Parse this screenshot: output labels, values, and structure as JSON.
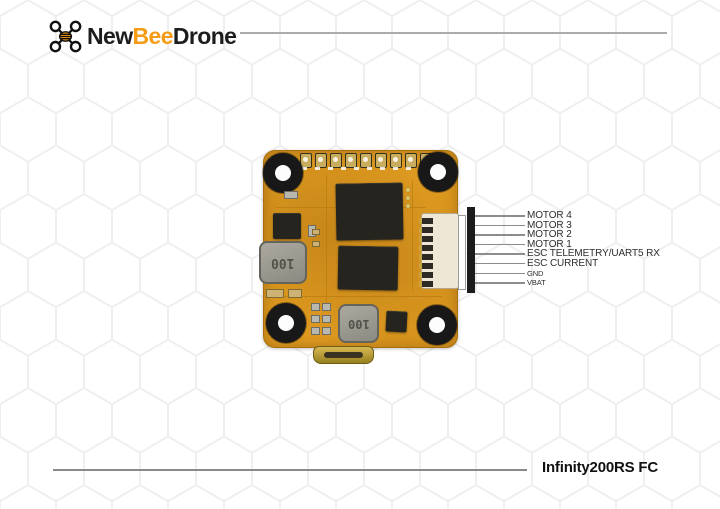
{
  "header": {
    "logo_new": "New",
    "logo_bee": "Bee",
    "logo_drone": "Drone"
  },
  "pins": [
    {
      "label": "MOTOR 4"
    },
    {
      "label": "MOTOR 3"
    },
    {
      "label": "MOTOR 2"
    },
    {
      "label": "MOTOR 1"
    },
    {
      "label": "ESC TELEMETRY/UART5 RX"
    },
    {
      "label": "ESC CURRENT"
    },
    {
      "label": "GND"
    },
    {
      "label": "VBAT"
    }
  ],
  "board": {
    "inductor_marking_left": "100",
    "inductor_marking_bottom": "100"
  },
  "footer": {
    "title": "Infinity200RS FC"
  },
  "colors": {
    "brand_accent": "#F59C14",
    "pcb_orange": "#DE9A20",
    "grommet_black": "#181818",
    "leader_line_gray": "#8c8c8c",
    "rule_gray": "#ababab"
  }
}
